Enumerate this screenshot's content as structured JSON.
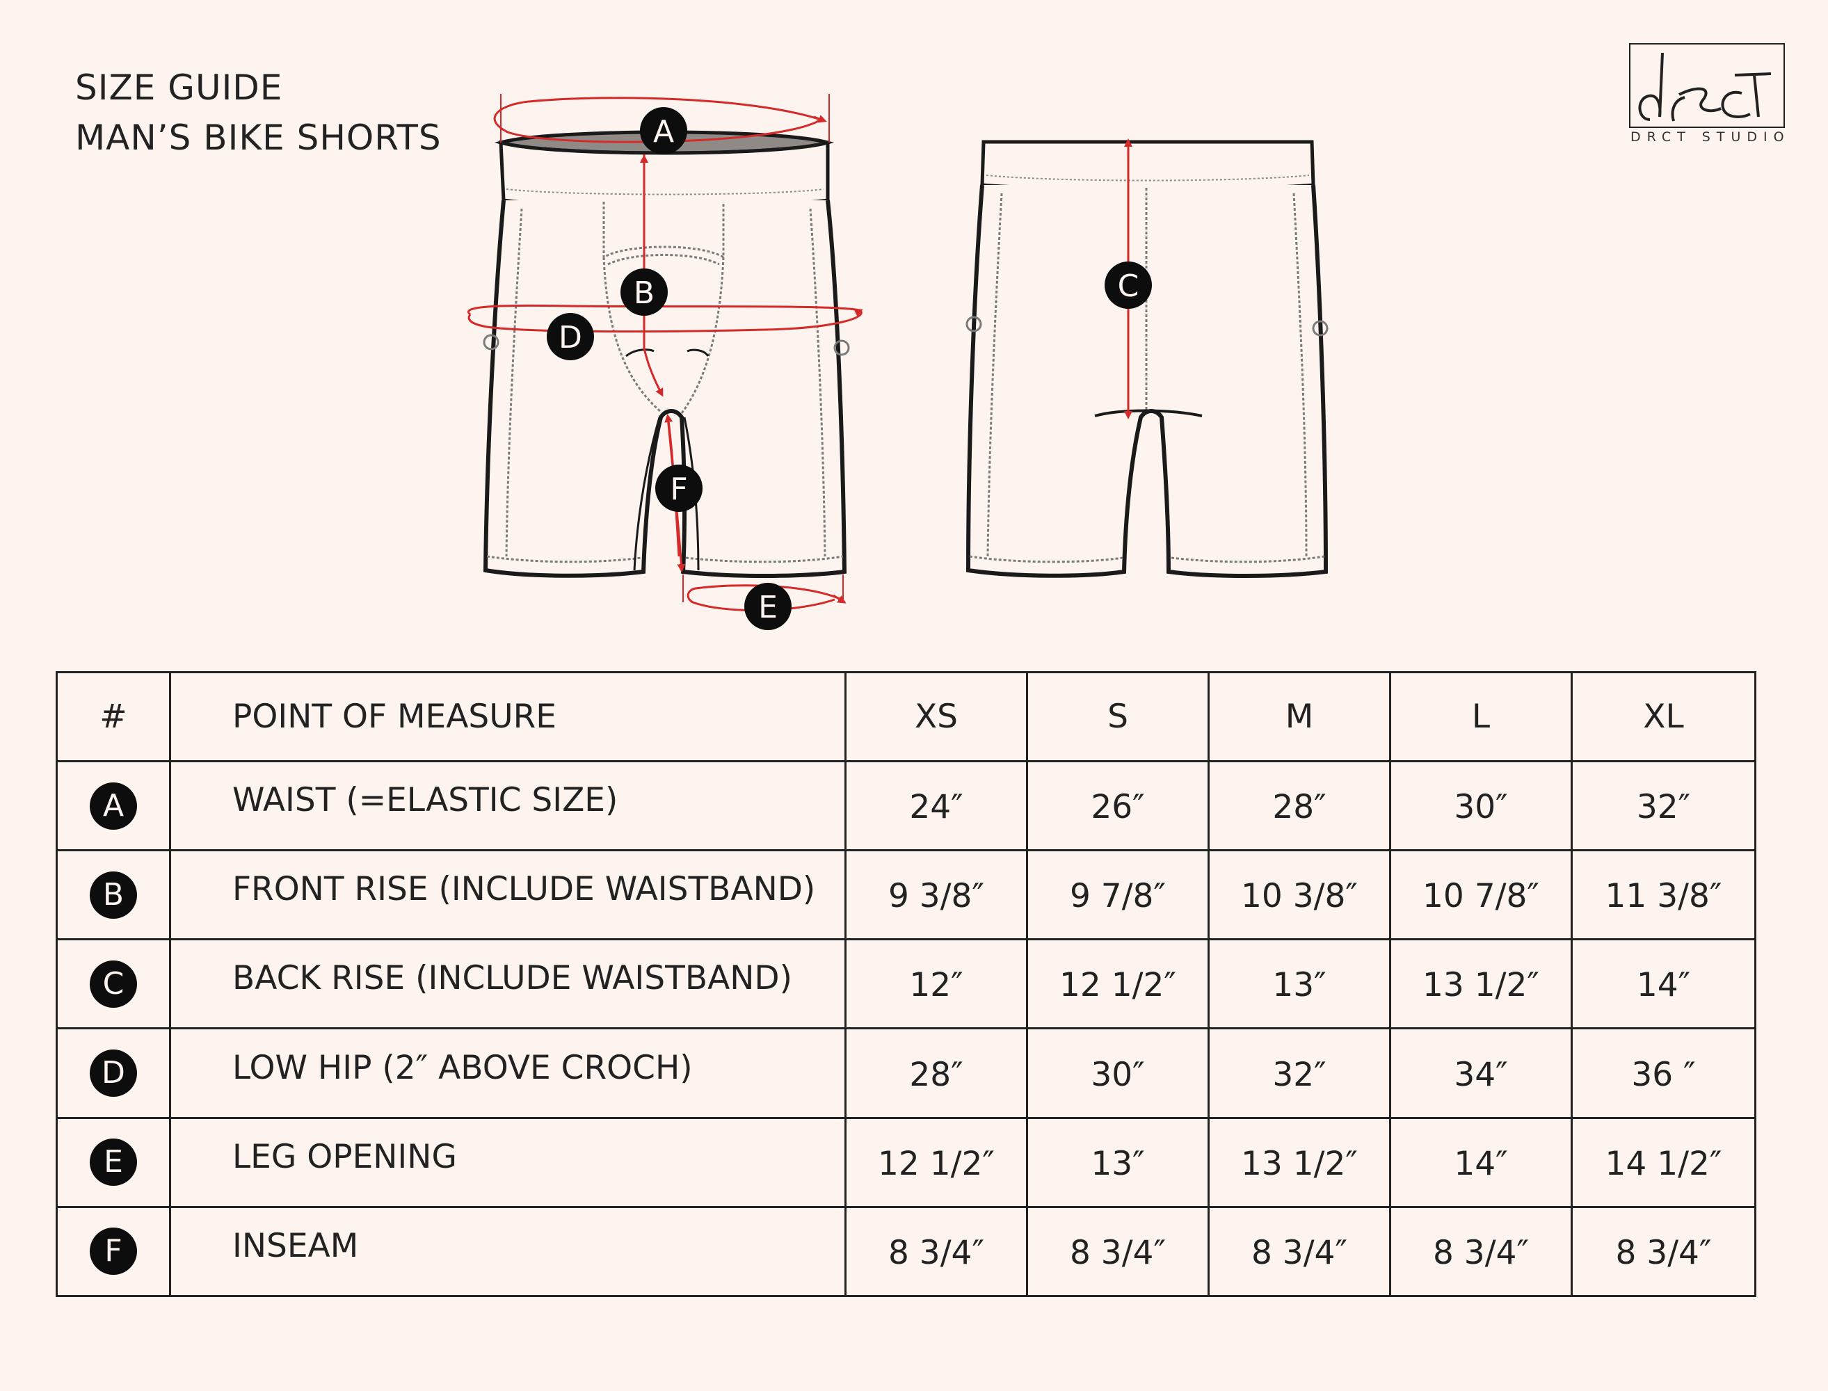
{
  "title": {
    "line1": "SIZE GUIDE",
    "line2": "MAN’S BIKE SHORTS"
  },
  "logo": {
    "mark": "drcT",
    "subtitle": "DRCT STUDIO"
  },
  "diagram_labels": {
    "a": "A",
    "b": "B",
    "c": "C",
    "d": "D",
    "e": "E",
    "f": "F"
  },
  "colors": {
    "background": "#fdf4ef",
    "measure_line": "#d42a2a",
    "ink": "#1a1a1a"
  },
  "table": {
    "headers": [
      "#",
      "POINT OF MEASURE",
      "XS",
      "S",
      "M",
      "L",
      "XL"
    ],
    "rows": [
      {
        "id": "A",
        "label": "WAIST (=ELASTIC SIZE)",
        "values": [
          "24″",
          "26″",
          "28″",
          "30″",
          "32″"
        ]
      },
      {
        "id": "B",
        "label": "FRONT RISE (INCLUDE WAISTBAND)",
        "values": [
          "9 3/8″",
          "9 7/8″",
          "10 3/8″",
          "10 7/8″",
          "11 3/8″"
        ]
      },
      {
        "id": "C",
        "label": "BACK RISE (INCLUDE WAISTBAND)",
        "values": [
          "12″",
          "12 1/2″",
          "13″",
          "13 1/2″",
          "14″"
        ]
      },
      {
        "id": "D",
        "label": "LOW HIP (2″ ABOVE CROCH)",
        "values": [
          "28″",
          "30″",
          "32″",
          "34″",
          "36 ″"
        ]
      },
      {
        "id": "E",
        "label": "LEG OPENING",
        "values": [
          "12 1/2″",
          "13″",
          "13 1/2″",
          "14″",
          "14 1/2″"
        ]
      },
      {
        "id": "F",
        "label": "INSEAM",
        "values": [
          "8 3/4″",
          "8 3/4″",
          "8 3/4″",
          "8 3/4″",
          "8 3/4″"
        ]
      }
    ]
  }
}
